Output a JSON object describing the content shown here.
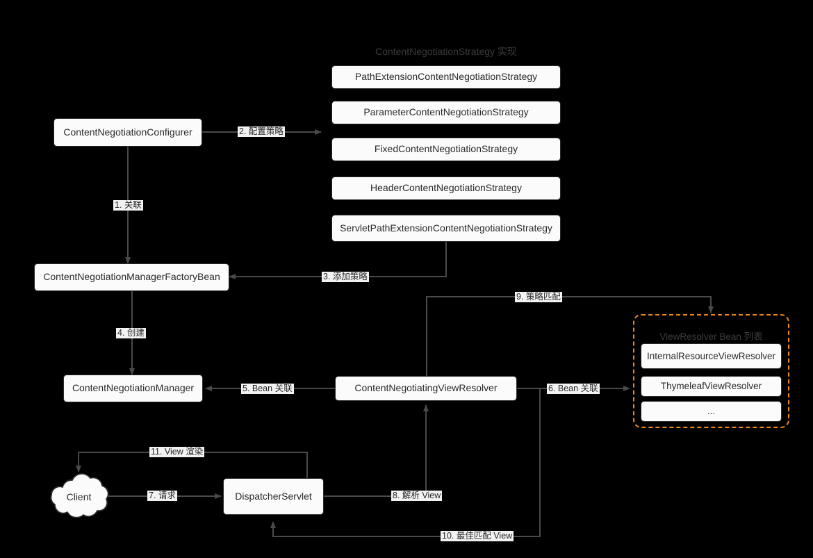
{
  "diagram": {
    "title_strategy_group": "ContentNegotiationStrategy 实现",
    "title_viewresolver_group": "ViewResolver Bean 列表",
    "nodes": {
      "configurer": "ContentNegotiationConfigurer",
      "factory_bean": "ContentNegotiationManagerFactoryBean",
      "manager": "ContentNegotiationManager",
      "negotiating_view_resolver": "ContentNegotiatingViewResolver",
      "dispatcher_servlet": "DispatcherServlet",
      "client": "Client"
    },
    "strategies": [
      "PathExtensionContentNegotiationStrategy",
      "ParameterContentNegotiationStrategy",
      "FixedContentNegotiationStrategy",
      "HeaderContentNegotiationStrategy",
      "ServletPathExtensionContentNegotiationStrategy"
    ],
    "view_resolvers": [
      "InternalResourceViewResolver",
      "ThymeleafViewResolver",
      "..."
    ],
    "edge_labels": {
      "e1": "1. 关联",
      "e2": "2. 配置策略",
      "e3": "3. 添加策略",
      "e4": "4. 创建",
      "e5": "5. Bean 关联",
      "e6": "6. Bean 关联",
      "e7": "7. 请求",
      "e8": "8. 解析 View",
      "e9": "9. 策略匹配",
      "e10": "10. 最佳匹配 View",
      "e11": "11. View 渲染"
    },
    "colors": {
      "background": "#000000",
      "node_fill": "#fbfbfb",
      "node_stroke": "#2b2b2b",
      "edge_stroke": "#4a4a4a",
      "group_accent": "#f08a1a",
      "label_bg": "#f2f2f2"
    }
  }
}
